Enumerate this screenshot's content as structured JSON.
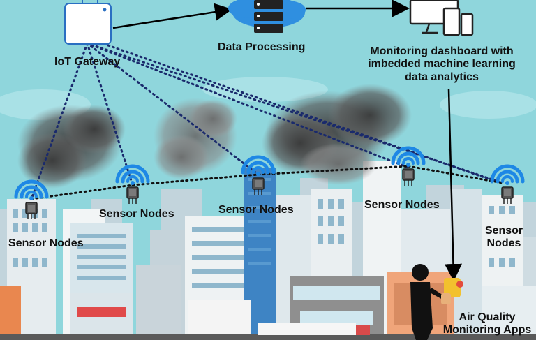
{
  "labels": {
    "iot_gateway": "IoT Gateway",
    "data_processing": "Data Processing",
    "dashboard_line1": "Monitoring dashboard with",
    "dashboard_line2": "imbedded machine learning",
    "dashboard_line3": "data analytics",
    "sensor_nodes": "Sensor Nodes",
    "sensor_nodes_split_line1": "Sensor",
    "sensor_nodes_split_line2": "Nodes",
    "apps_line1": "Air Quality",
    "apps_line2": "Monitoring Apps"
  },
  "icons": {
    "gateway": "router-icon",
    "cloud": "cloud-server-icon",
    "dashboard": "monitor-tablet-phone-icon",
    "sensor": "sensor-wifi-icon",
    "person": "person-phone-icon",
    "pollution": "smog-cloud-icon"
  },
  "colors": {
    "sky": "#8fd6dc",
    "wifi": "#1e88e5",
    "cloud": "#2f8fe0",
    "dotted_link": "#1a2a6c",
    "arrow": "#000000"
  }
}
